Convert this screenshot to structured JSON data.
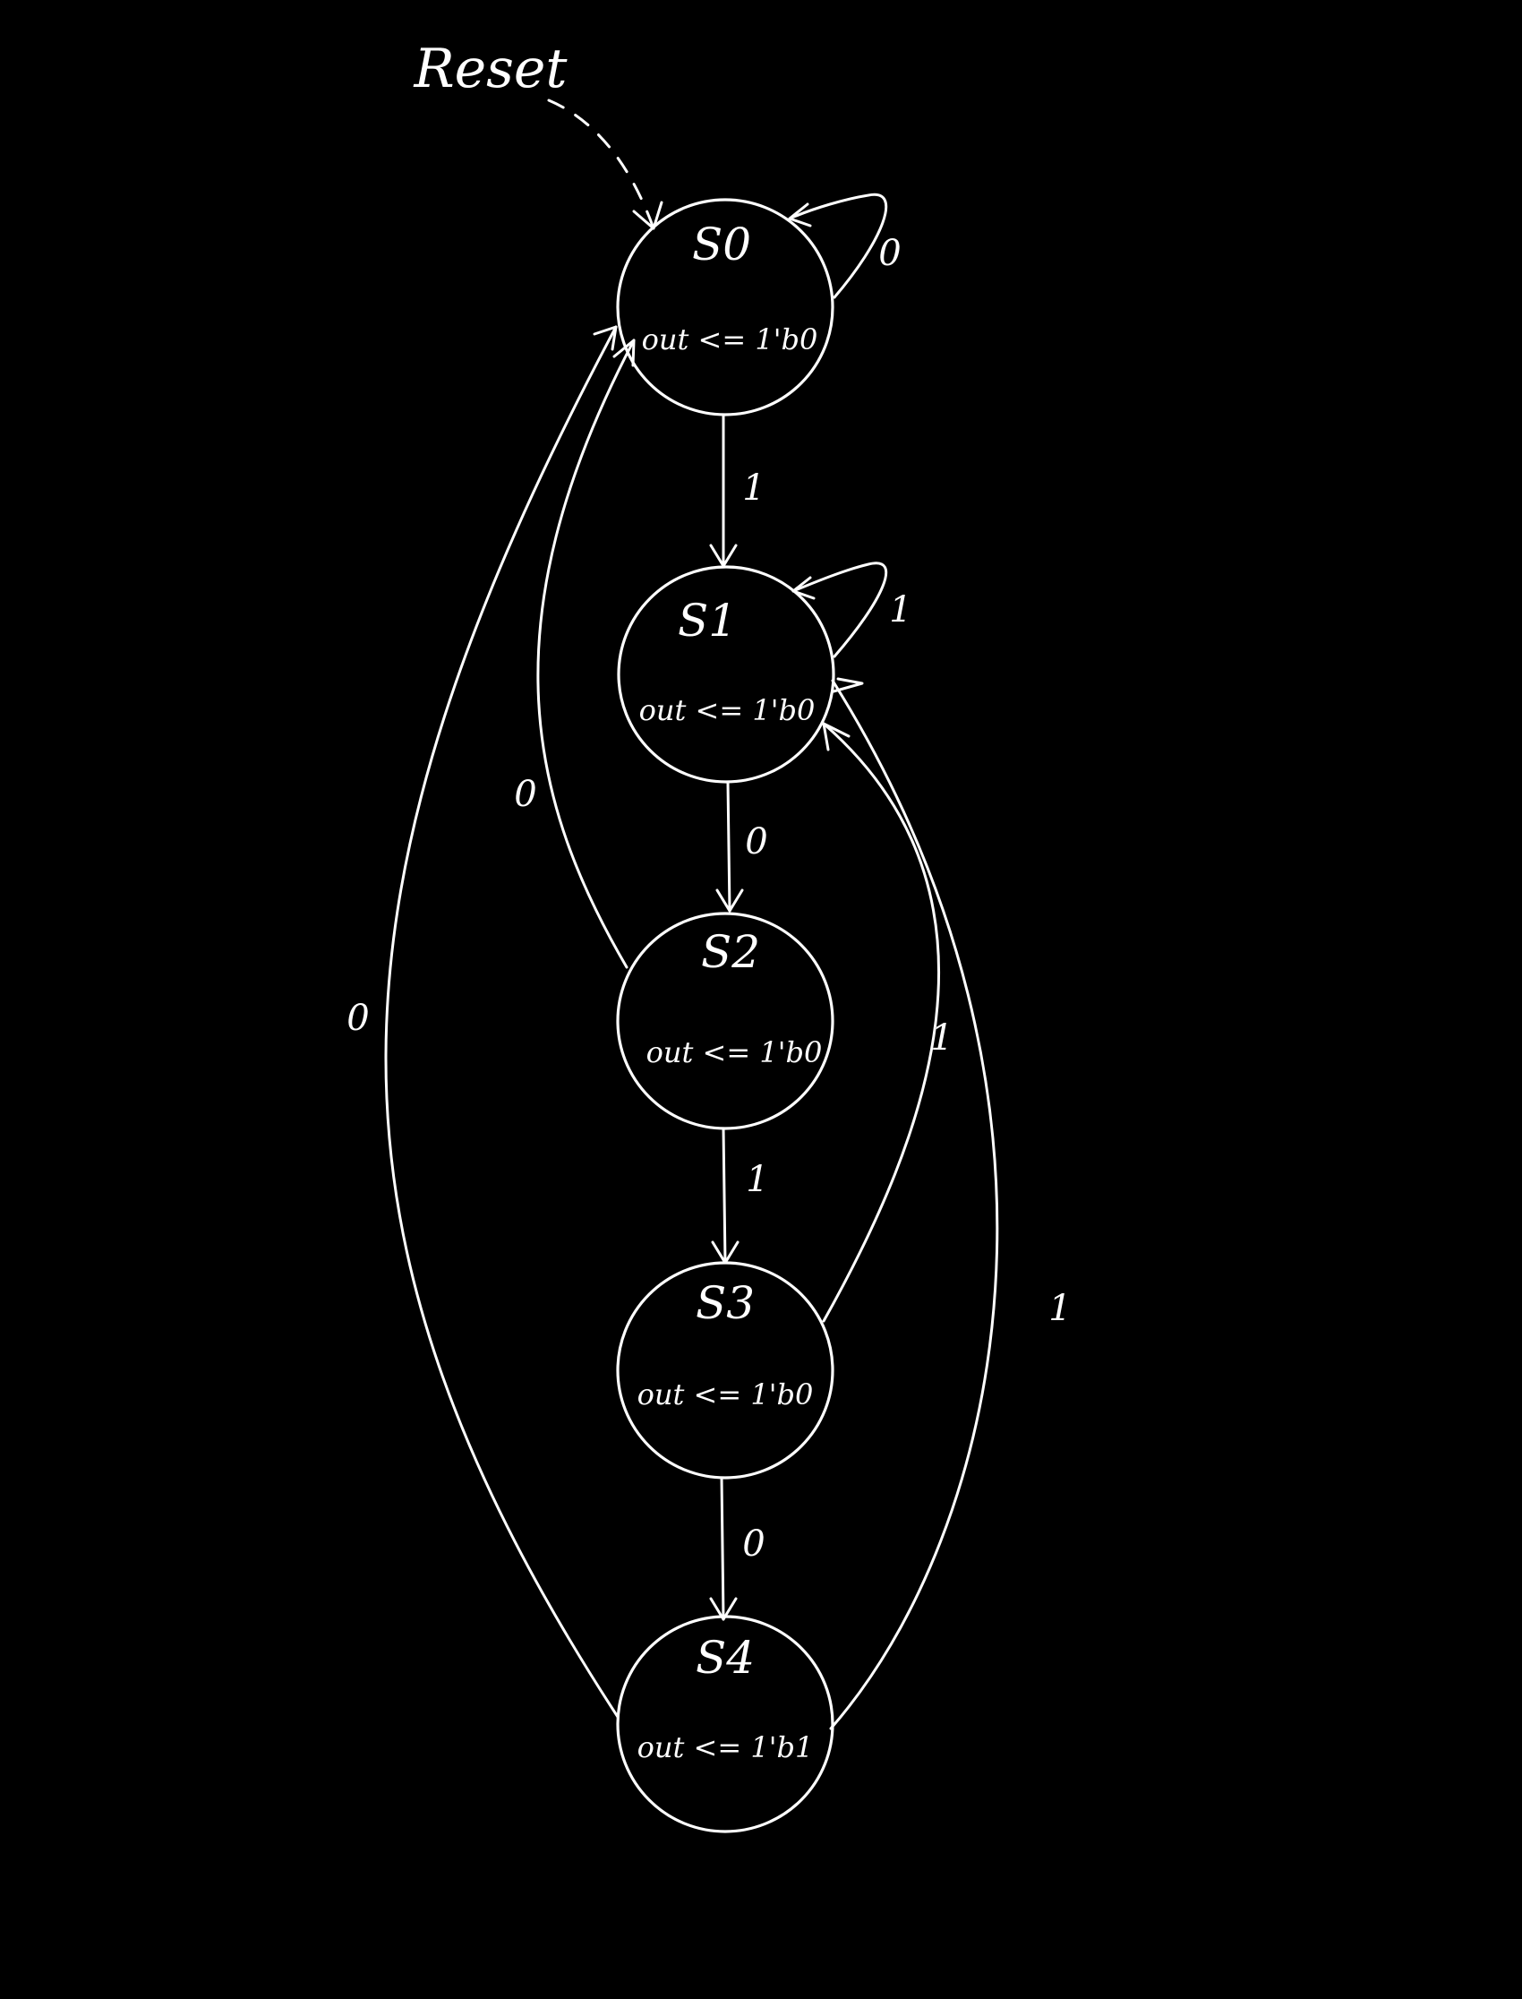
{
  "diagram": {
    "reset_label": "Reset",
    "states": [
      {
        "id": "S0",
        "name": "S0",
        "output": "out <= 1'b0"
      },
      {
        "id": "S1",
        "name": "S1",
        "output": "out <= 1'b0"
      },
      {
        "id": "S2",
        "name": "S2",
        "output": "out <= 1'b0"
      },
      {
        "id": "S3",
        "name": "S3",
        "output": "out <= 1'b0"
      },
      {
        "id": "S4",
        "name": "S4",
        "output": "out <= 1'b1"
      }
    ],
    "transitions": [
      {
        "from": "S0",
        "to": "S0",
        "label": "0"
      },
      {
        "from": "S0",
        "to": "S1",
        "label": "1"
      },
      {
        "from": "S1",
        "to": "S1",
        "label": "1"
      },
      {
        "from": "S1",
        "to": "S2",
        "label": "0"
      },
      {
        "from": "S2",
        "to": "S0",
        "label": "0"
      },
      {
        "from": "S2",
        "to": "S3",
        "label": "1"
      },
      {
        "from": "S3",
        "to": "S1",
        "label": "1"
      },
      {
        "from": "S3",
        "to": "S4",
        "label": "0"
      },
      {
        "from": "S4",
        "to": "S0",
        "label": "0"
      },
      {
        "from": "S4",
        "to": "S1",
        "label": "1"
      }
    ],
    "colors": {
      "background": "#000000",
      "stroke": "#ffffff",
      "text": "#ffffff"
    }
  }
}
